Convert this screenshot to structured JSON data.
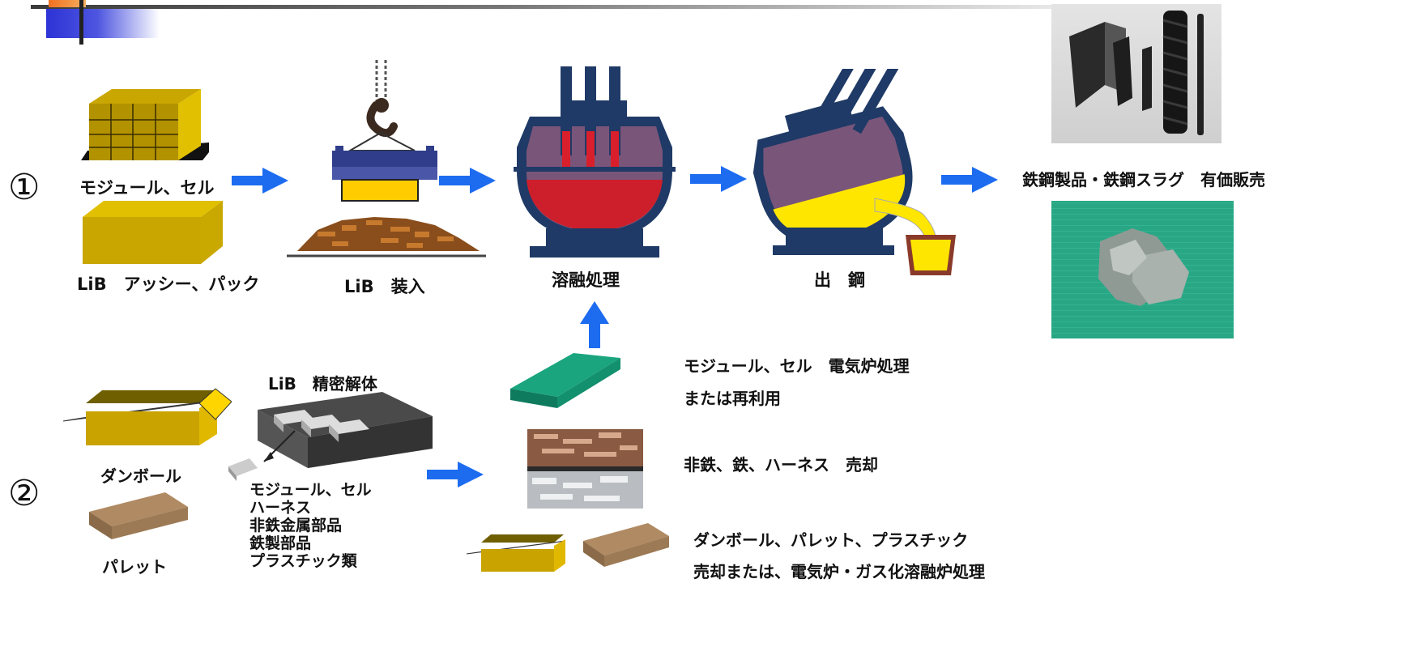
{
  "row1": {
    "marker": "①",
    "module_cell": "モジュール、セル",
    "lib_assy": "LiB　アッシー、パック",
    "lib_charge": "LiB　装入",
    "melting": "溶融処理",
    "tapping": "出　鋼",
    "products": "鉄鋼製品・鉄鋼スラグ　有価販売"
  },
  "row2": {
    "marker": "②",
    "cardboard": "ダンボール",
    "pallet": "パレット",
    "dismantle_title": "LiB　精密解体",
    "parts": [
      "モジュール、セル",
      "ハーネス",
      "非鉄金属部品",
      "鉄製部品",
      "プラスチック類"
    ],
    "out_module_1": "モジュール、セル　電気炉処理",
    "out_module_2": "または再利用",
    "out_metals": "非鉄、鉄、ハーネス　売却",
    "out_packing_1": "ダンボール、パレット、プラスチック",
    "out_packing_2": "売却または、電気炉・ガス化溶融炉処理"
  },
  "colors": {
    "arrow": "#1d6cf0",
    "gold": "#d8b400",
    "furnace_body": "#7a557a",
    "furnace_shell": "#1f3a66",
    "molten_red": "#cc1f2b",
    "molten_yellow": "#ffe600",
    "green_plate": "#1aa57f",
    "cardboard_brown": "#b08a62"
  },
  "icons": [
    "crane-hook-icon",
    "electric-furnace-icon",
    "tapping-furnace-icon",
    "ladle-icon",
    "battery-module-box-icon",
    "cardboard-box-icon",
    "pallet-icon",
    "dismantle-tray-icon"
  ]
}
